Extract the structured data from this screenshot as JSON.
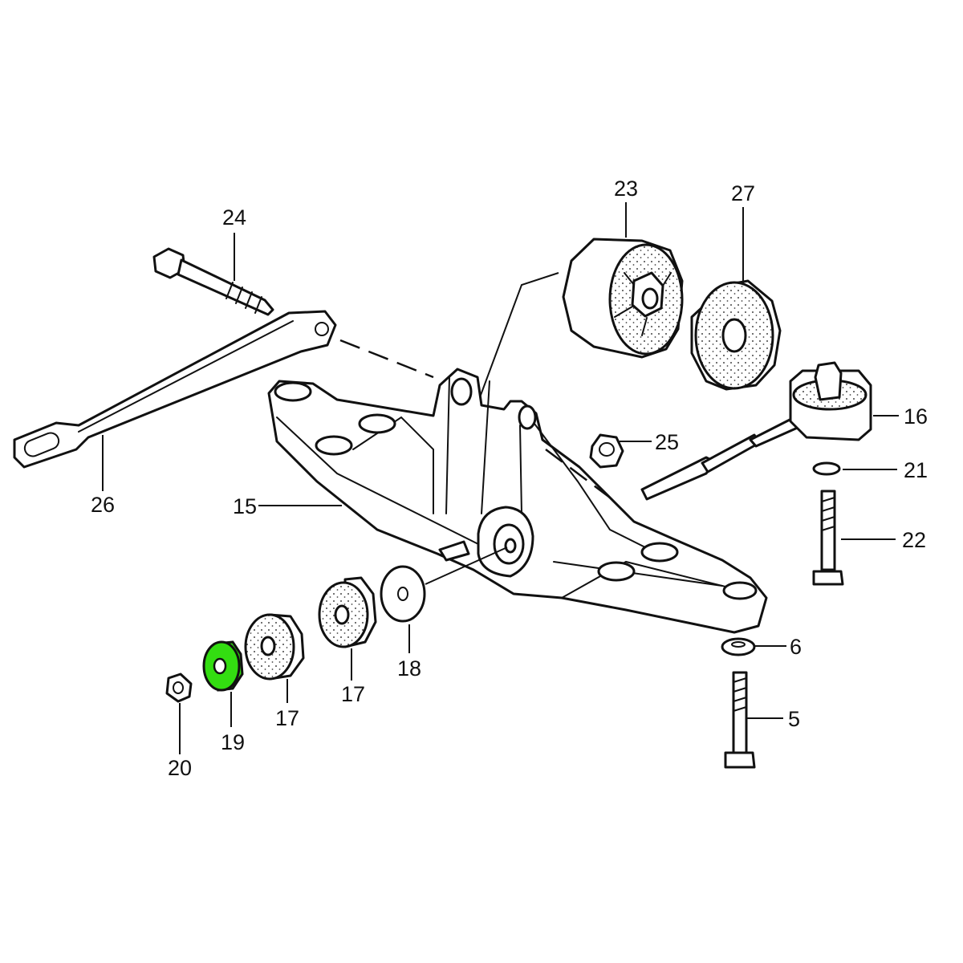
{
  "diagram": {
    "highlight_color": "#33dd11",
    "highlighted_part": "19",
    "callouts": [
      {
        "id": "c23",
        "text": "23"
      },
      {
        "id": "c27",
        "text": "27"
      },
      {
        "id": "c24",
        "text": "24"
      },
      {
        "id": "c16",
        "text": "16"
      },
      {
        "id": "c25",
        "text": "25"
      },
      {
        "id": "c21",
        "text": "21"
      },
      {
        "id": "c26",
        "text": "26"
      },
      {
        "id": "c15",
        "text": "15"
      },
      {
        "id": "c22",
        "text": "22"
      },
      {
        "id": "c6",
        "text": "6"
      },
      {
        "id": "c18",
        "text": "18"
      },
      {
        "id": "c17a",
        "text": "17"
      },
      {
        "id": "c17b",
        "text": "17"
      },
      {
        "id": "c5",
        "text": "5"
      },
      {
        "id": "c19",
        "text": "19"
      },
      {
        "id": "c20",
        "text": "20"
      }
    ]
  }
}
